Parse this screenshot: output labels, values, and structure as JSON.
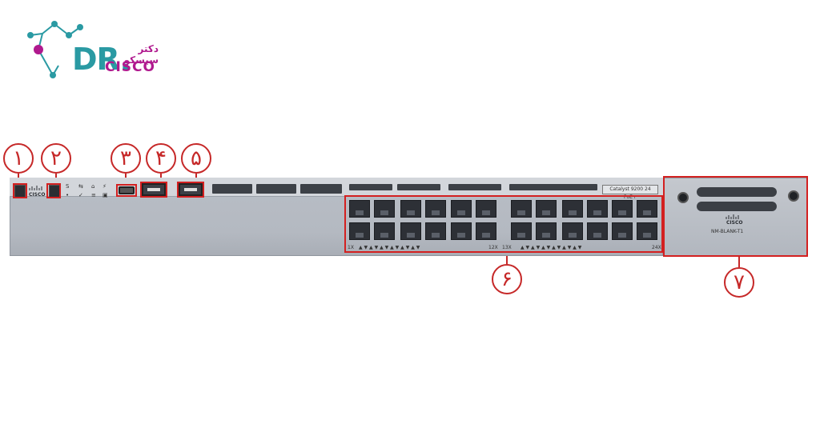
{
  "logo": {
    "brand_short": "DR.",
    "brand_word": "CISCO",
    "brand_persian": "دکتر سیسکو"
  },
  "callouts": [
    "۱",
    "۲",
    "۳",
    "۴",
    "۵",
    "۶",
    "۷"
  ],
  "switch": {
    "cisco_wordmark": "CISCO",
    "model_label": "Catalyst 9200 24 PoE+",
    "port_range_left": "1X",
    "port_range_mid_a": "12X",
    "port_range_mid_b": "13X",
    "port_range_right": "24X"
  },
  "module": {
    "cisco_wordmark": "CISCO",
    "label": "NM-BLANK-T1"
  },
  "colors": {
    "callout": "#c62828",
    "chassis": "#b7bcc4",
    "logo_teal": "#2a9aa3",
    "logo_magenta": "#b0198e"
  }
}
